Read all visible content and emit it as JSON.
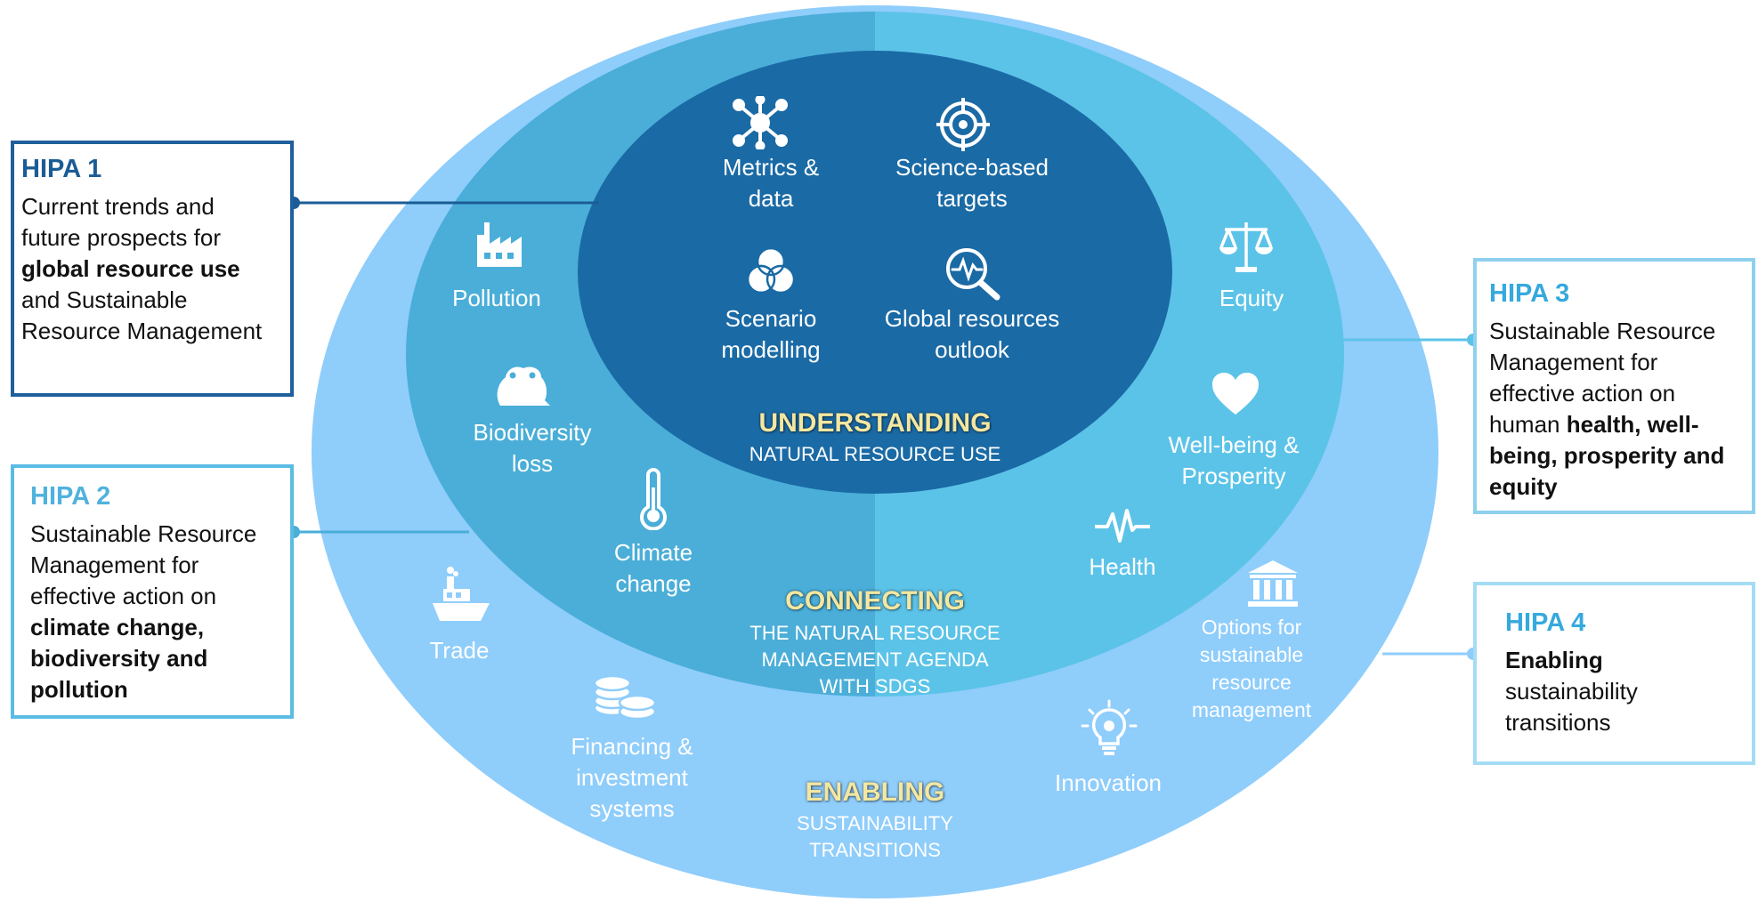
{
  "hipa": [
    {
      "title": "HIPA 1",
      "text_html": "Current trends and<br>future prospects for<br><b>global resource use</b><br>and Sustainable<br>Resource Management"
    },
    {
      "title": "HIPA 2",
      "text_html": "Sustainable Resource<br>Management for<br>effective action on<br><b>climate change,<br>biodiversity and<br>pollution</b>"
    },
    {
      "title": "HIPA 3",
      "text_html": "Sustainable Resource<br>Management for<br>effective action on<br>human <b>health, well-<br>being, prosperity and<br>equity</b>"
    },
    {
      "title": "HIPA 4",
      "text_html": "<b>Enabling</b><br>sustainability<br>transitions"
    }
  ],
  "sections": {
    "understanding": {
      "title": "UNDERSTANDING",
      "subtitle": "NATURAL RESOURCE USE"
    },
    "connecting": {
      "title": "CONNECTING",
      "subtitle": "THE NATURAL RESOURCE\nMANAGEMENT AGENDA\nWITH SDGS"
    },
    "enabling": {
      "title": "ENABLING",
      "subtitle": "SUSTAINABILITY\nTRANSITIONS"
    }
  },
  "inner_items": [
    {
      "label": "Metrics &\ndata",
      "icon": "network-icon"
    },
    {
      "label": "Science-based\ntargets",
      "icon": "target-icon"
    },
    {
      "label": "Scenario\nmodelling",
      "icon": "venn-icon"
    },
    {
      "label": "Global resources\noutlook",
      "icon": "magnifier-pulse-icon"
    }
  ],
  "middle_items": [
    {
      "label": "Pollution",
      "icon": "factory-icon"
    },
    {
      "label": "Biodiversity\nloss",
      "icon": "frog-icon"
    },
    {
      "label": "Climate\nchange",
      "icon": "thermometer-icon"
    },
    {
      "label": "Equity",
      "icon": "scales-icon"
    },
    {
      "label": "Well-being &\nProsperity",
      "icon": "heart-icon"
    },
    {
      "label": "Health",
      "icon": "heartbeat-icon"
    }
  ],
  "outer_items": [
    {
      "label": "Trade",
      "icon": "ship-icon"
    },
    {
      "label": "Financing &\ninvestment\nsystems",
      "icon": "coins-icon"
    },
    {
      "label": "Options for\nsustainable\nresource\nmanagement",
      "icon": "institution-icon"
    },
    {
      "label": "Innovation",
      "icon": "lightbulb-icon"
    }
  ],
  "colors": {
    "outer_ring": "#8fcdfb",
    "middle_left": "#4aaed8",
    "middle_right": "#5cc3e8",
    "inner": "#1a6aa5",
    "section_title": "#f3e7a1"
  }
}
